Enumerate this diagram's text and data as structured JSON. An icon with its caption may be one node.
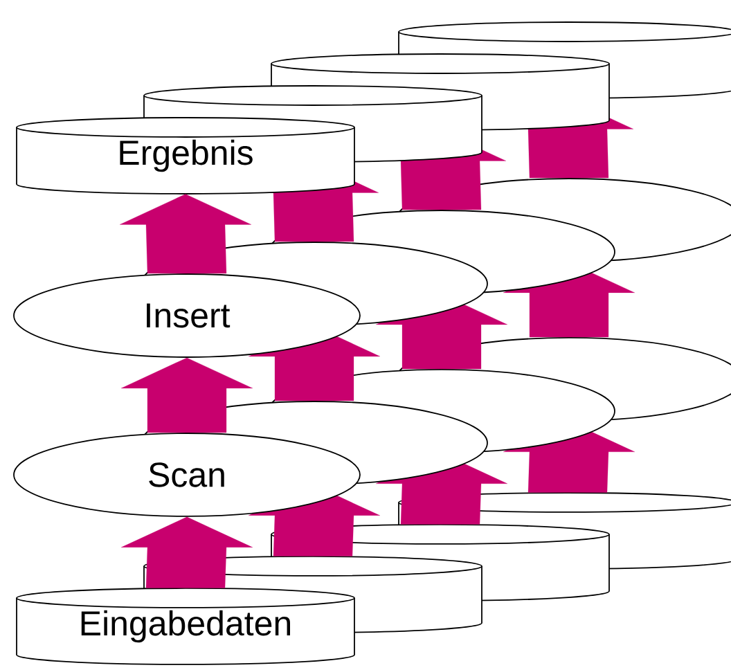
{
  "diagram": {
    "nodes": [
      {
        "text": [
          "Eingabedaten"
        ]
      },
      {
        "text": [
          "Scan"
        ]
      },
      {
        "text": [
          "Insert"
        ]
      },
      {
        "text": [
          "Ergebnis"
        ]
      },
      {
        "text": [],
        "shape": "cylinder"
      },
      {
        "text": [],
        "shape": "ellipse"
      },
      {
        "text": [],
        "shape": "ellipse"
      },
      {
        "text": [],
        "shape": "cylinder"
      },
      {
        "text": [],
        "shape": "cylinder"
      },
      {
        "text": [],
        "shape": "ellipse"
      },
      {
        "text": [],
        "shape": "ellipse"
      },
      {
        "text": [],
        "shape": "cylinder"
      },
      {
        "text": [],
        "shape": "cylinder"
      },
      {
        "text": [],
        "shape": "ellipse"
      },
      {
        "text": [],
        "shape": "ellipse"
      },
      {
        "text": [],
        "shape": "cylinder"
      }
    ],
    "edges": [
      {
        "from": 0,
        "to": 1,
        "arrow": "to"
      },
      {
        "from": 1,
        "to": 2,
        "arrow": "to"
      },
      {
        "from": 2,
        "to": 3,
        "arrow": "to"
      },
      {
        "from": 4,
        "to": 5,
        "arrow": "to"
      },
      {
        "from": 5,
        "to": 6,
        "arrow": "to"
      },
      {
        "from": 6,
        "to": 7,
        "arrow": "to"
      },
      {
        "from": 8,
        "to": 9,
        "arrow": "to"
      },
      {
        "from": 9,
        "to": 10,
        "arrow": "to"
      },
      {
        "from": 10,
        "to": 11,
        "arrow": "to"
      },
      {
        "from": 12,
        "to": 13,
        "arrow": "to"
      },
      {
        "from": 13,
        "to": 14,
        "arrow": "to"
      },
      {
        "from": 14,
        "to": 15,
        "arrow": "to"
      }
    ]
  }
}
